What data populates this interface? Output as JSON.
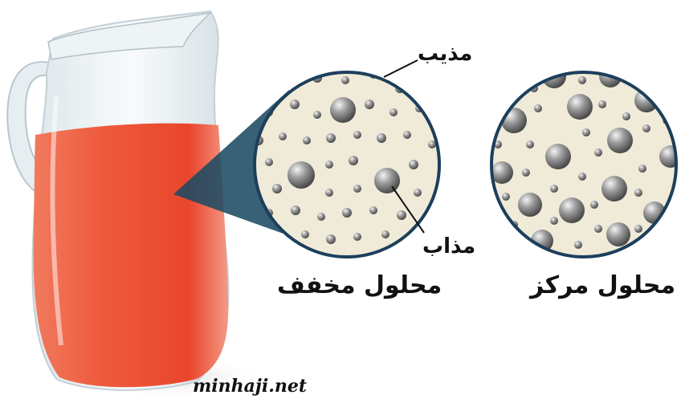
{
  "labels": {
    "solvent": "مذيب",
    "solute": "مذاب",
    "dilute_solution": "محلول مخفف",
    "concentrated_solution": "محلول مركز"
  },
  "watermark": "minhaji.net",
  "colors": {
    "liquid": "#ef5a3c",
    "circle_bg": "#f0ead8",
    "circle_border": "#1c3f5c",
    "particle": "#9a9a9a",
    "zoom_wedge": "#1c4a63"
  }
}
